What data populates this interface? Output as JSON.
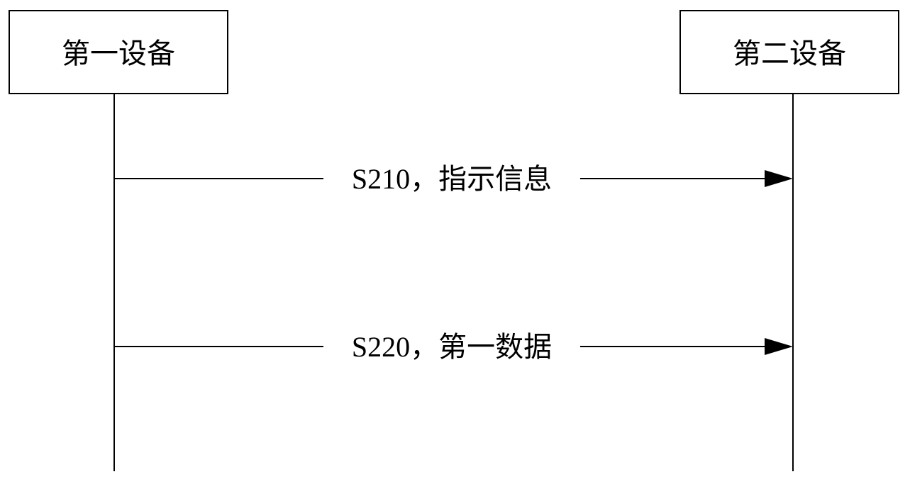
{
  "participants": [
    {
      "label": "第一设备"
    },
    {
      "label": "第二设备"
    }
  ],
  "messages": [
    {
      "label": "S210，指示信息"
    },
    {
      "label": "S220，第一数据"
    }
  ],
  "colors": {
    "stroke": "#000000",
    "background": "#ffffff"
  }
}
